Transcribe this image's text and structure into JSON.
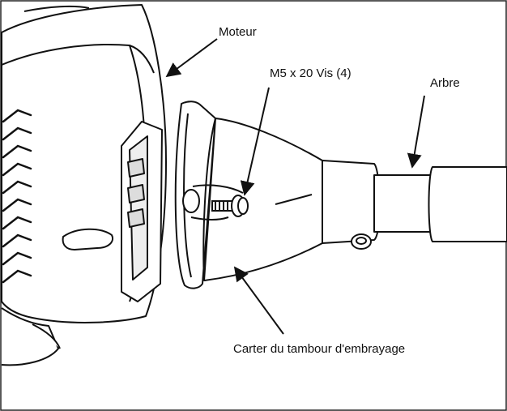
{
  "labels": {
    "motor": "Moteur",
    "screw": "M5 x 20 Vis (4)",
    "shaft": "Arbre",
    "clutch_housing": "Carter du tambour d'embrayage"
  },
  "colors": {
    "line": "#111111",
    "fill": "#ffffff"
  }
}
